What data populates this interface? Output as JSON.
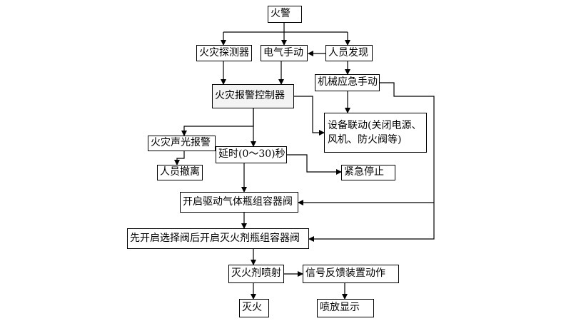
{
  "nodes": {
    "fire_alarm": "火警",
    "fire_detector": "火灾探测器",
    "electric_manual": "电气手动",
    "person_discovery": "人员发现",
    "mechanical_emergency_manual": "机械应急手动",
    "fire_alarm_controller": "火灾报警控制器",
    "equipment_linkage_line1": "设备联动(关闭电源、",
    "equipment_linkage_line2": "风机、防火阀等)",
    "sound_light_alarm": "火灾声光报警",
    "delay": "延时(0～30)秒",
    "personnel_evacuation": "人员撤离",
    "emergency_stop": "紧急停止",
    "open_drive_gas_valve": "开启驱动气体瓶组容器阀",
    "open_selector_then_agent_valve": "先开启选择阀后开启灭火剂瓶组容器阀",
    "agent_spray": "灭火剂喷射",
    "signal_feedback": "信号反馈装置动作",
    "fire_extinguished": "灭火",
    "spray_display": "喷放显示"
  }
}
